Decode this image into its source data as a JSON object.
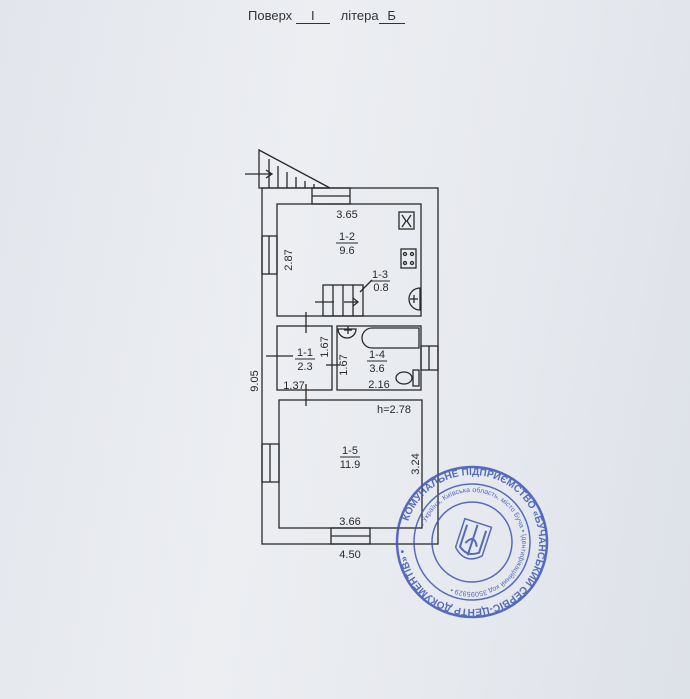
{
  "header": {
    "floor_label": "Поверх",
    "floor_value": "I",
    "letter_label": "літера",
    "letter_value": "Б"
  },
  "rooms": [
    {
      "id": "1-2",
      "area": "9.6"
    },
    {
      "id": "1-3",
      "area": "0.8"
    },
    {
      "id": "1-1",
      "area": "2.3"
    },
    {
      "id": "1-4",
      "area": "3.6"
    },
    {
      "id": "1-5",
      "area": "11.9"
    }
  ],
  "dimensions": {
    "room_1_2_width": "3.65",
    "room_1_2_depth": "2.87",
    "room_1_1_depth": "1.67",
    "room_1_1_width": "1.37",
    "room_1_4_depth": "1.67",
    "room_1_4_width": "2.16",
    "room_1_5_width": "3.66",
    "room_1_5_depth": "3.24",
    "overall_length": "9.05",
    "overall_width": "4.50",
    "ceiling_height": "h=2.78"
  },
  "stamp": {
    "outer_text": "КОМУНАЛЬНЕ ПІДПРИЄМСТВО «БУЧАНСЬКИЙ СЕРВІС-ЦЕНТР ДОКУМЕНТІВ»",
    "middle_text": "Україна, Київська область, місто Буча",
    "code_text": "Ідентифікаційний код 35095929",
    "color": "#3b55b5"
  },
  "colors": {
    "ink": "#2a2a2a",
    "paper": "#e6e9ee"
  }
}
